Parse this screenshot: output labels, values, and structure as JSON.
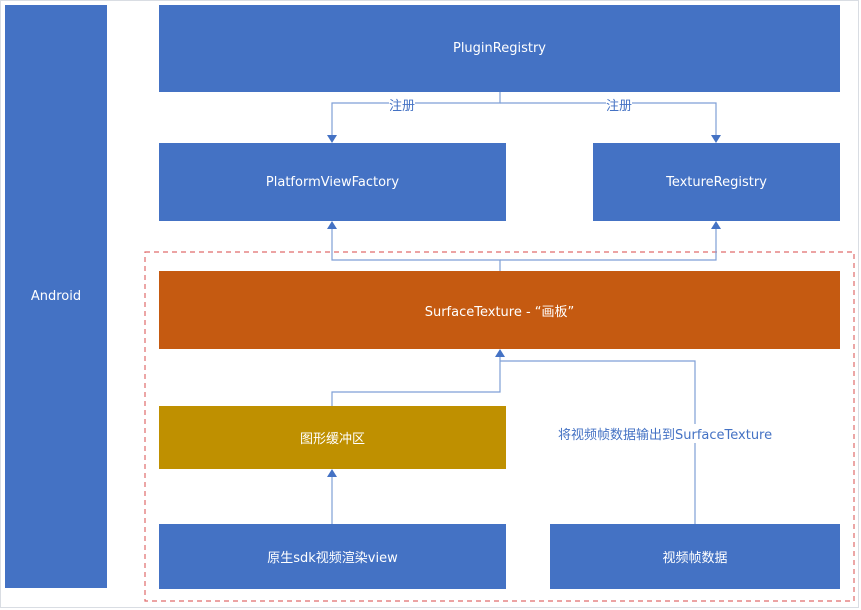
{
  "android": {
    "label": "Android"
  },
  "plugin_registry": {
    "label": "PluginRegistry"
  },
  "platform_view_factory": {
    "label": "PlatformViewFactory"
  },
  "texture_registry": {
    "label": "TextureRegistry"
  },
  "surface_texture": {
    "label": "SurfaceTexture - “画板”"
  },
  "graphics_buffer": {
    "label": "图形缓冲区"
  },
  "native_view": {
    "label": "原生sdk视频渲染view"
  },
  "frame_data": {
    "label": "视频帧数据"
  },
  "edges": {
    "register_left": "注册",
    "register_right": "注册",
    "output_to_surface": "将视频帧数据输出到SurfaceTexture"
  },
  "colors": {
    "blue": "#4472c4",
    "orange": "#c55a11",
    "gold": "#bf9000",
    "dashed_border": "#e06c6c"
  }
}
